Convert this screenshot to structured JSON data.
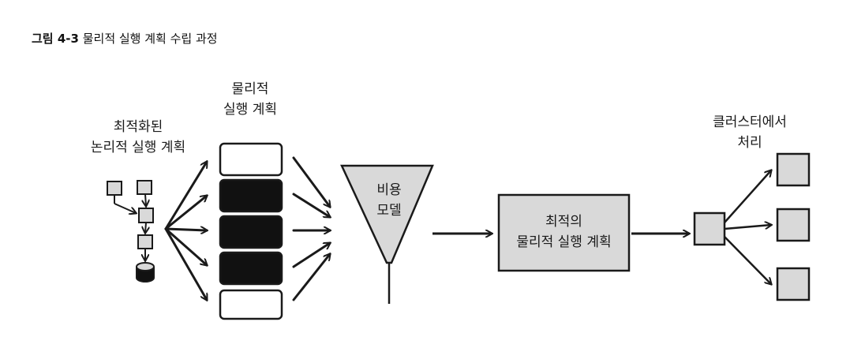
{
  "figure": {
    "number": "그림 4-3",
    "title": "물리적 실행 계획 수립 과정"
  },
  "labels": {
    "optimized_logical_plan_line1": "최적화된",
    "optimized_logical_plan_line2": "논리적 실행 계획",
    "physical_plans_line1": "물리적",
    "physical_plans_line2": "실행 계획",
    "cost_model_line1": "비용",
    "cost_model_line2": "모델",
    "best_physical_plan_line1": "최적의",
    "best_physical_plan_line2": "물리적 실행 계획",
    "cluster_exec_line1": "클러스터에서",
    "cluster_exec_line2": "처리"
  },
  "physical_plans": [
    {
      "style": "white"
    },
    {
      "style": "black"
    },
    {
      "style": "black"
    },
    {
      "style": "black"
    },
    {
      "style": "white"
    }
  ],
  "colors": {
    "stroke": "#1a1a1a",
    "box_fill": "#d9d9d9",
    "plan_black": "#111111",
    "plan_white": "#ffffff"
  }
}
